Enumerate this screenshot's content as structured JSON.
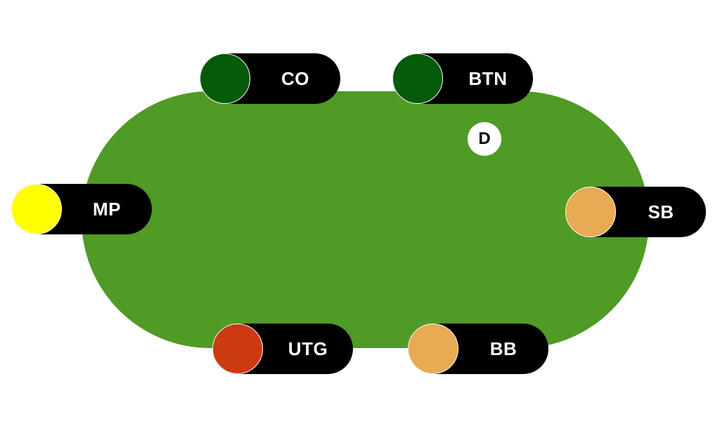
{
  "dealer_button": {
    "label": "D"
  },
  "seats": {
    "co": {
      "label": "CO",
      "chip_color": "#055b0a"
    },
    "btn": {
      "label": "BTN",
      "chip_color": "#055b0a"
    },
    "mp": {
      "label": "MP",
      "chip_color": "#ffff00"
    },
    "sb": {
      "label": "SB",
      "chip_color": "#e8aa52"
    },
    "utg": {
      "label": "UTG",
      "chip_color": "#cc3a12"
    },
    "bb": {
      "label": "BB",
      "chip_color": "#e8aa52"
    }
  },
  "colors": {
    "table_felt": "#509a26",
    "seat_background": "#000000"
  }
}
